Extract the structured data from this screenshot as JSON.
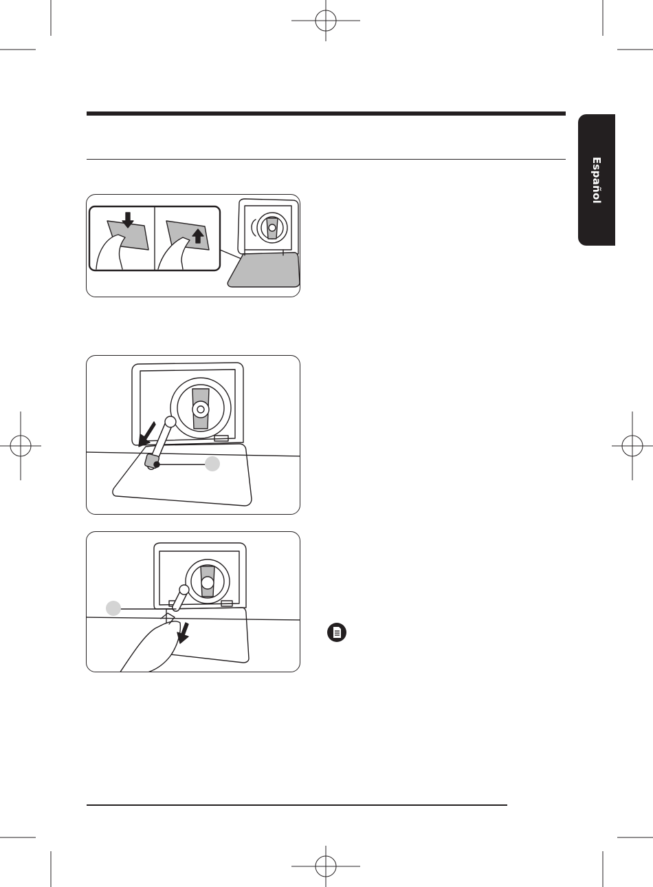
{
  "sidebar": {
    "language_label": "Español"
  },
  "figures": [
    {
      "name": "step-1-open-filter-cover"
    },
    {
      "name": "step-2-pull-out-drain-hose",
      "callout": ""
    },
    {
      "name": "step-3-remove-hose-cap",
      "callout": ""
    }
  ],
  "note": {
    "icon": "note-icon"
  },
  "colors": {
    "ink": "#231f20",
    "panel_fill": "#bdbdbd",
    "callout_fill": "#d4d4d4"
  }
}
